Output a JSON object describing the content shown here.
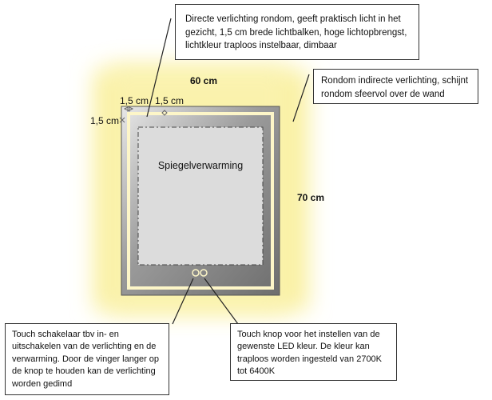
{
  "callouts": {
    "direct_lighting": "Directe verlichting rondom, geeft praktisch licht in het gezicht, 1,5 cm brede lichtbalken, hoge lichtopbrengst, lichtkleur traploos instelbaar, dimbaar",
    "indirect_lighting": "Rondom indirecte verlichting, schijnt rondom sfeervol  over de wand",
    "touch_switch": "Touch schakelaar tbv in- en uitschakelen van de verlichting en de verwarming. Door de vinger langer op de knop te houden kan de verlichting worden gedimd",
    "touch_color": "Touch knop voor het instellen van de gewenste LED kleur. De kleur kan traploos worden ingesteld van 2700K tot 6400K"
  },
  "dimensions": {
    "width": "60 cm",
    "height": "70 cm",
    "margin_left": "1,5 cm",
    "margin_bar": "1,5 cm",
    "margin_side": "1,5 cm"
  },
  "heating_label": "Spiegelverwarming",
  "colors": {
    "glow": "#fbf3a0",
    "light_bar": "#fdf6c8",
    "mirror_dark": "#7a7a7a",
    "mirror_light": "#e6e6e6"
  }
}
